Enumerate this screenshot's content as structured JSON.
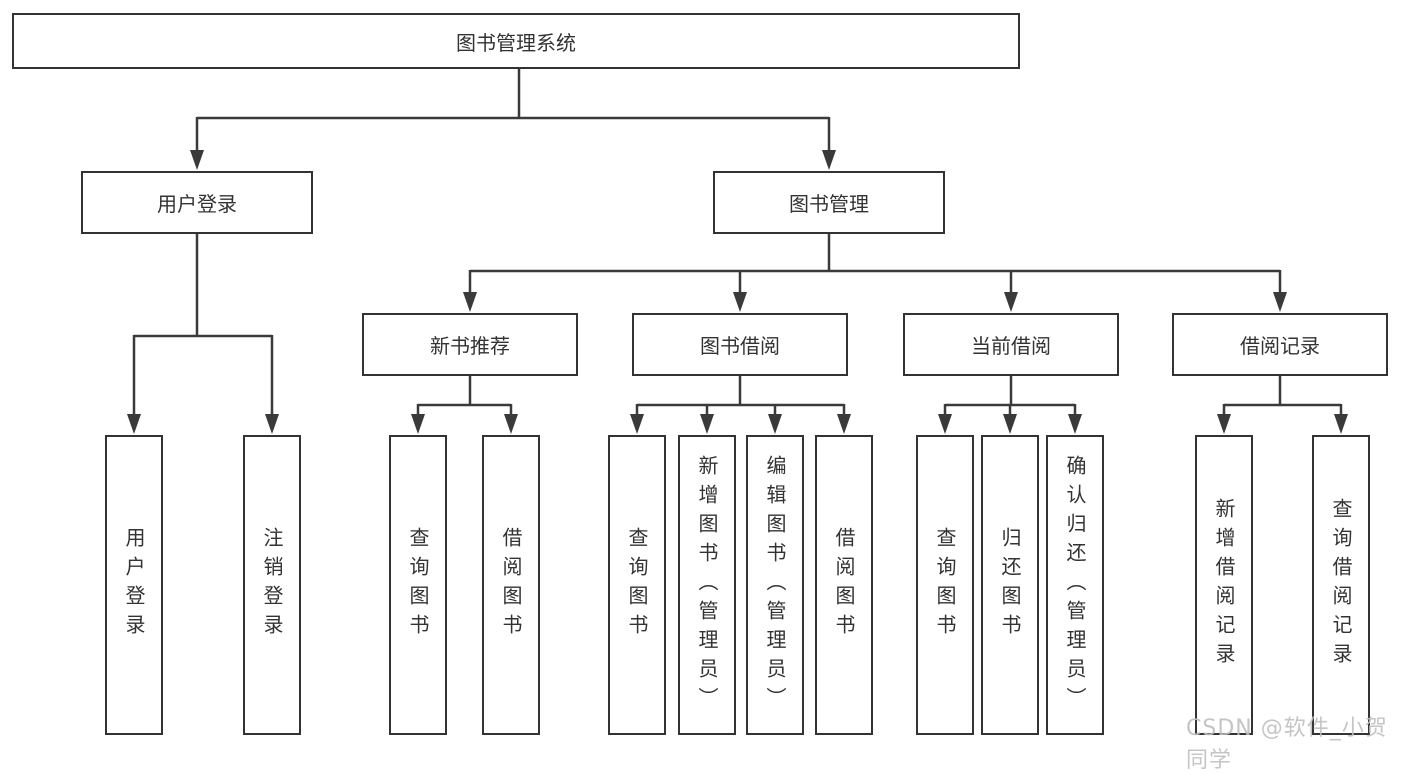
{
  "diagram": {
    "root": {
      "label": "图书管理系统",
      "children": [
        {
          "label": "用户登录",
          "children": [
            {
              "label": "用户登录"
            },
            {
              "label": "注销登录"
            }
          ]
        },
        {
          "label": "图书管理",
          "children": [
            {
              "label": "新书推荐",
              "children": [
                {
                  "label": "查询图书"
                },
                {
                  "label": "借阅图书"
                }
              ]
            },
            {
              "label": "图书借阅",
              "children": [
                {
                  "label": "查询图书"
                },
                {
                  "label": "新增图书（管理员）"
                },
                {
                  "label": "编辑图书（管理员）"
                },
                {
                  "label": "借阅图书"
                }
              ]
            },
            {
              "label": "当前借阅",
              "children": [
                {
                  "label": "查询图书"
                },
                {
                  "label": "归还图书"
                },
                {
                  "label": "确认归还（管理员）"
                }
              ]
            },
            {
              "label": "借阅记录",
              "children": [
                {
                  "label": "新增借阅记录"
                },
                {
                  "label": "查询借阅记录"
                }
              ]
            }
          ]
        }
      ]
    }
  },
  "watermark": {
    "text": "CSDN @软件_小贺同学"
  },
  "colors": {
    "line": "#3a3a3a",
    "box_border": "#333333",
    "text": "#333333",
    "watermark": "#bfbfbf",
    "background": "#ffffff"
  }
}
